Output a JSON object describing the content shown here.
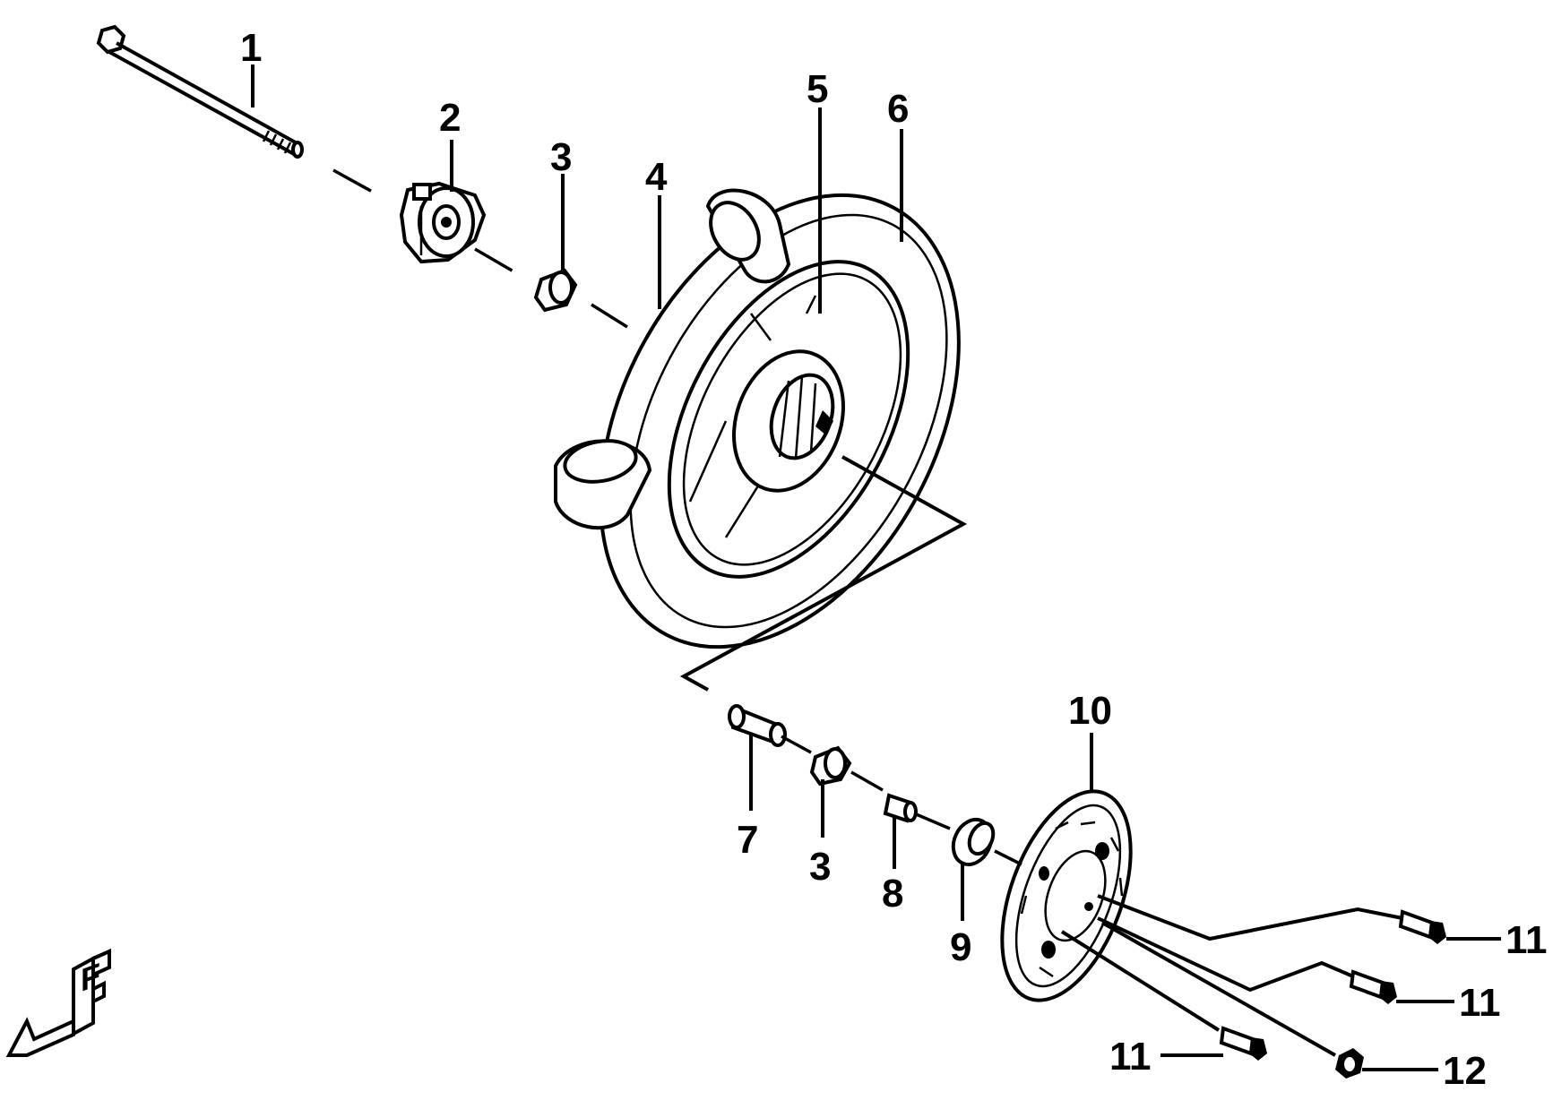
{
  "callouts": {
    "c1": "1",
    "c2": "2",
    "c3a": "3",
    "c4": "4",
    "c5": "5",
    "c6": "6",
    "c7": "7",
    "c3b": "3",
    "c8": "8",
    "c9": "9",
    "c10": "10",
    "c11a": "11",
    "c11b": "11",
    "c11c": "11",
    "c12": "12"
  },
  "direction_marker": {
    "letter": "F",
    "icon": "front-direction-arrow-icon"
  },
  "colors": {
    "ink": "#000000",
    "paper": "#ffffff"
  }
}
